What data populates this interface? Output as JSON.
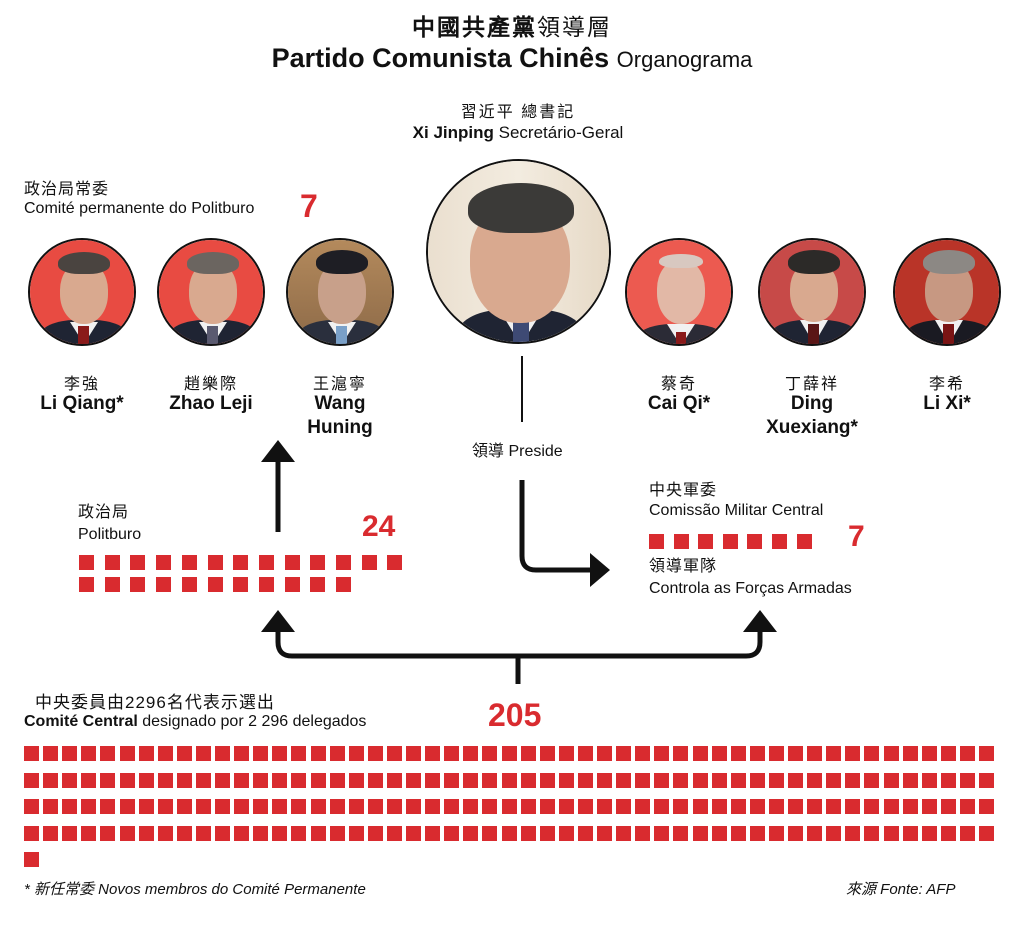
{
  "title": {
    "cn_bold": "中國共產黨",
    "cn_light": "領導層",
    "pt_bold": "Partido Comunista Chinês",
    "pt_light": "Organograma"
  },
  "leader": {
    "cn": "習近平 總書記",
    "name": "Xi Jinping",
    "role": "Secretário-Geral",
    "action_label": "領導 Preside"
  },
  "standing_committee": {
    "label_cn": "政治局常委",
    "label_pt": "Comité permanente do Politburo",
    "count": "7",
    "members_left": [
      {
        "cn": "李強",
        "en": "Li Qiang*",
        "bg": "#e84b42"
      },
      {
        "cn": "趙樂際",
        "en": "Zhao Leji",
        "bg": "#e84b42"
      },
      {
        "cn": "王滬寧",
        "en": "Wang Huning",
        "en_line1": "Wang",
        "en_line2": "Huning",
        "bg": "#a3794f"
      }
    ],
    "members_right": [
      {
        "cn": "蔡奇",
        "en": "Cai Qi*",
        "bg": "#ec5a50"
      },
      {
        "cn": "丁薛祥",
        "en": "Ding Xuexiang*",
        "en_line1": "Ding",
        "en_line2": "Xuexiang*",
        "bg": "#c74a48"
      },
      {
        "cn": "李希",
        "en": "Li Xi*",
        "bg": "#b93428"
      }
    ]
  },
  "politburo": {
    "label_cn": "政治局",
    "label_pt": "Politburo",
    "count": "24",
    "rows": [
      13,
      11
    ]
  },
  "military_commission": {
    "label_cn": "中央軍委",
    "label_pt": "Comissão Militar Central",
    "count": "7",
    "role_cn": "領導軍隊",
    "role_pt": "Controla as Forças Armadas"
  },
  "central_committee": {
    "label_cn": "中央委員由2296名代表示選出",
    "label_pt_bold": "Comité Central",
    "label_pt_rest": " designado por 2 296 delegados",
    "count": "205",
    "rows": [
      51,
      51,
      51,
      51,
      1
    ]
  },
  "footer": {
    "note": "* 新任常委 Novos membros do Comité Permanente",
    "source": "來源 Fonte: AFP"
  },
  "colors": {
    "accent_red": "#d92b2f",
    "text": "#111111",
    "background": "#ffffff"
  },
  "chart_data": {
    "type": "table",
    "title": "中國共產黨領導層 / Partido Comunista Chinês Organograma",
    "categories": [
      "Secretário-Geral",
      "Comité permanente do Politburo",
      "Politburo",
      "Comissão Militar Central",
      "Comité Central",
      "Delegados"
    ],
    "values": [
      1,
      7,
      24,
      7,
      205,
      2296
    ]
  }
}
